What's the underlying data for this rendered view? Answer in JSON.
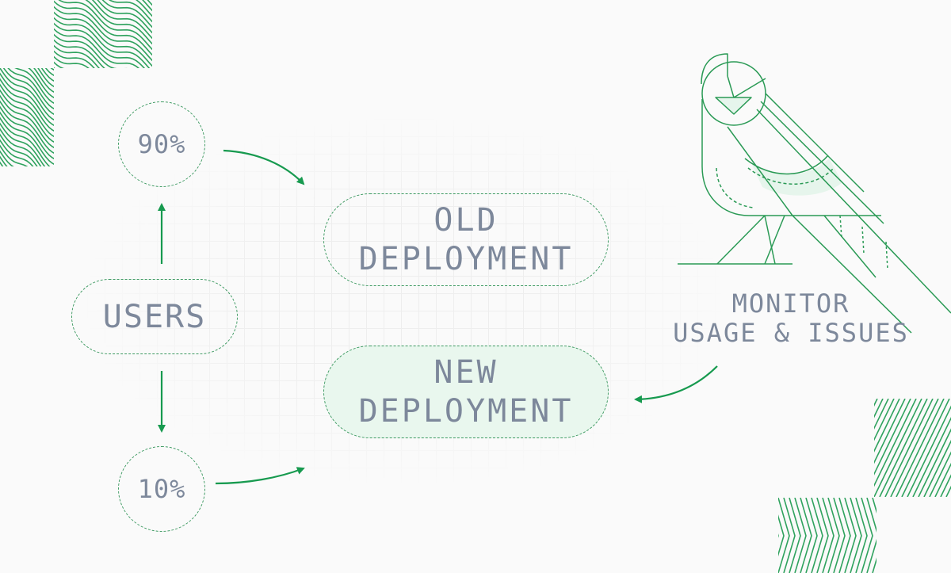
{
  "diagram": {
    "users_label": "USERS",
    "split_top": "90%",
    "split_bottom": "10%",
    "old_deployment": {
      "line1": "OLD",
      "line2": "DEPLOYMENT"
    },
    "new_deployment": {
      "line1": "NEW",
      "line2": "DEPLOYMENT"
    },
    "monitor": {
      "line1": "MONITOR",
      "line2": "USAGE & ISSUES"
    }
  },
  "colors": {
    "accent_green": "#179a4f",
    "dashed_border": "#3e9a62",
    "text_gray": "#7d889b",
    "new_fill": "#e9f7ee",
    "background": "#fafafa"
  },
  "icons": [
    "canary-bird-icon",
    "wave-pattern-icon",
    "diagonal-stripe-pattern-icon",
    "chevron-pattern-icon"
  ]
}
